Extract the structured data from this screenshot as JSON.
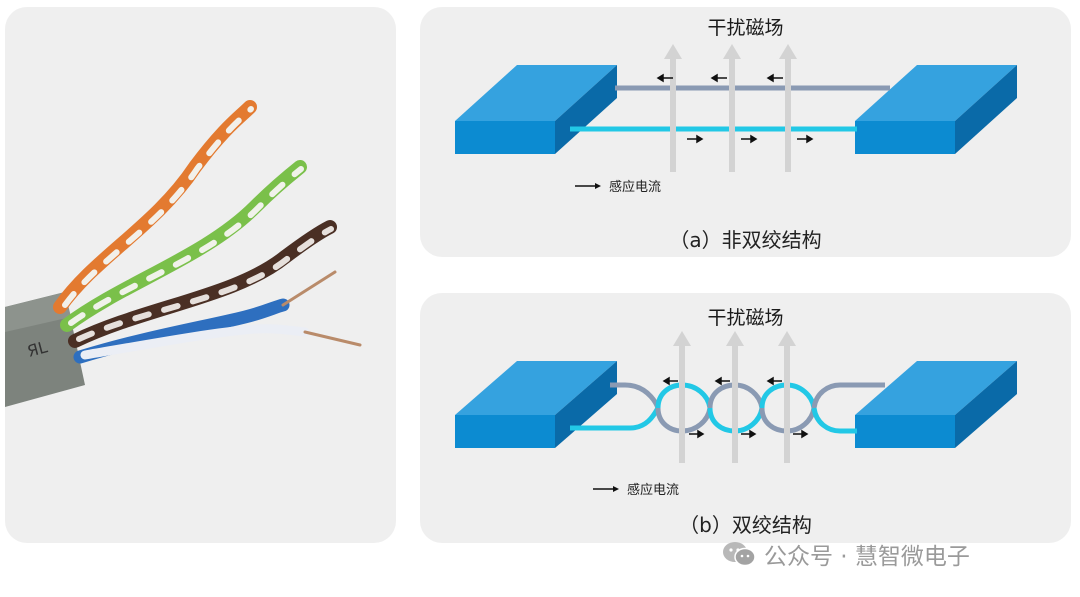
{
  "photo": {
    "description_alt": "Twisted pair cable"
  },
  "diagram_a": {
    "title": "干扰磁场",
    "legend": "感应电流",
    "caption": "（a）非双绞结构"
  },
  "diagram_b": {
    "title": "干扰磁场",
    "legend": "感应电流",
    "caption": "（b）双绞结构"
  },
  "watermark": {
    "text": "公众号 · 慧智微电子"
  },
  "colors": {
    "block_top": "#35a2df",
    "block_front": "#0c8bd1",
    "block_side": "#0a6aa8",
    "wire_gray": "#8a9ab3",
    "wire_cyan": "#22c8e6",
    "field_arrow": "#d3d3d3",
    "panel_bg": "#efefef"
  }
}
